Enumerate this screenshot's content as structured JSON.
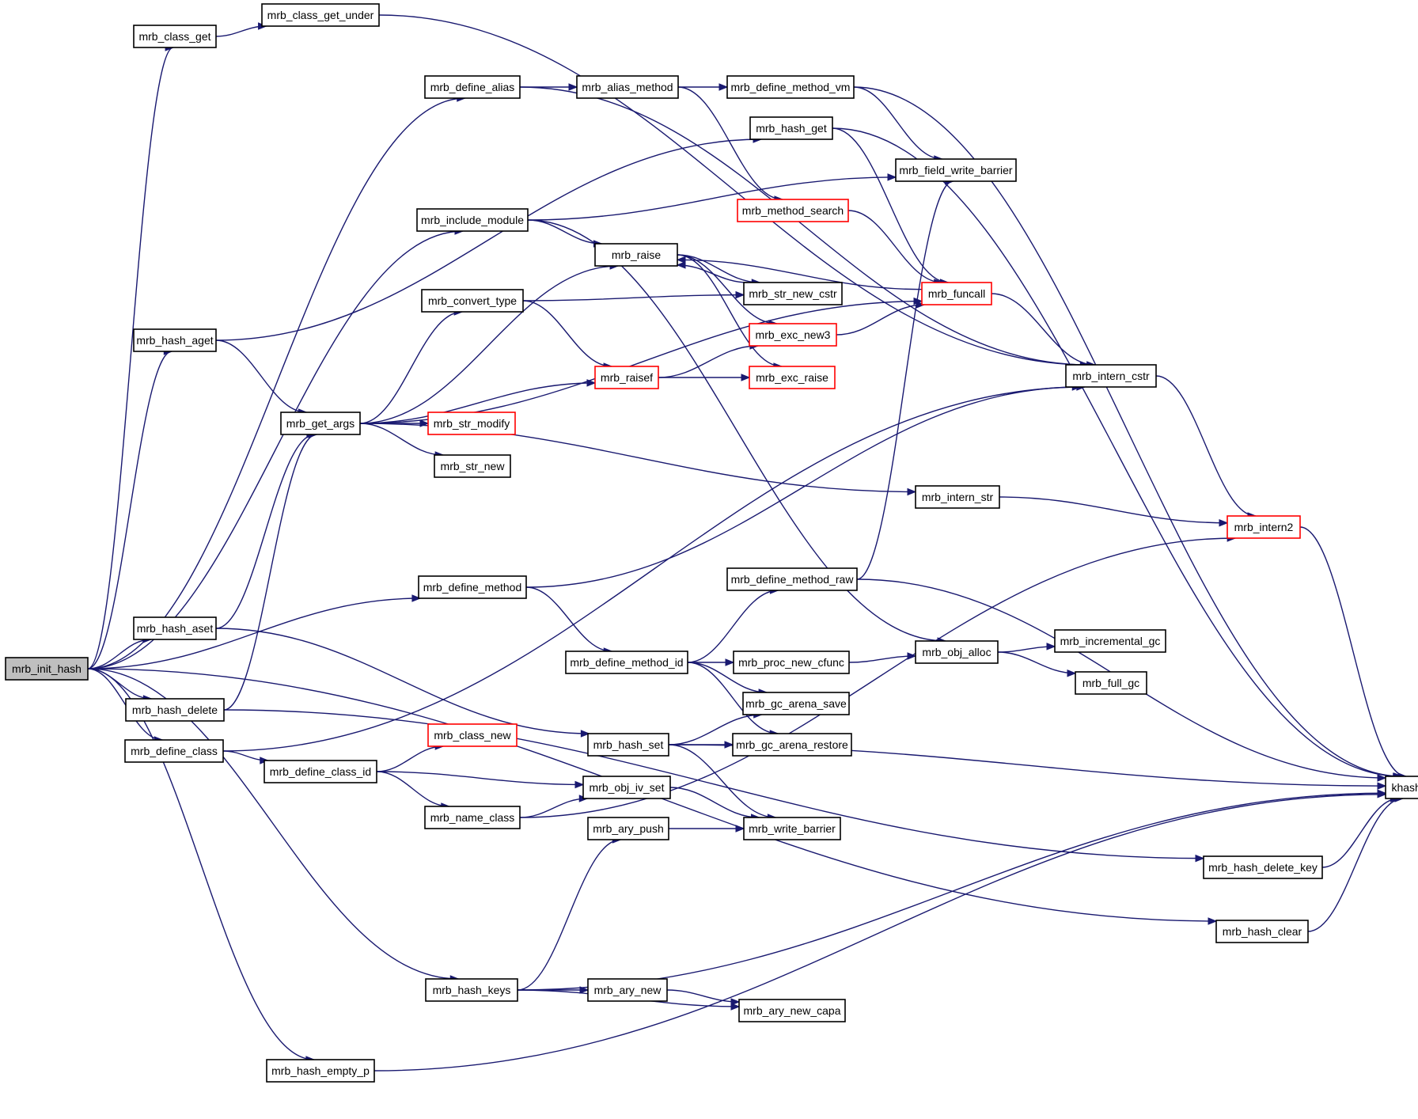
{
  "diagram": {
    "nodes": [
      {
        "id": "mrb_init_hash",
        "label": "mrb_init_hash",
        "highlight": true,
        "red": false
      },
      {
        "id": "mrb_class_get",
        "label": "mrb_class_get",
        "red": false
      },
      {
        "id": "mrb_class_get_under",
        "label": "mrb_class_get_under",
        "red": false
      },
      {
        "id": "mrb_define_alias",
        "label": "mrb_define_alias",
        "red": false
      },
      {
        "id": "mrb_alias_method",
        "label": "mrb_alias_method",
        "red": false
      },
      {
        "id": "mrb_define_method_vm",
        "label": "mrb_define_method_vm",
        "red": false
      },
      {
        "id": "mrb_hash_get",
        "label": "mrb_hash_get",
        "red": false
      },
      {
        "id": "mrb_field_write_barrier",
        "label": "mrb_field_write_barrier",
        "red": false
      },
      {
        "id": "mrb_method_search",
        "label": "mrb_method_search",
        "red": true
      },
      {
        "id": "mrb_include_module",
        "label": "mrb_include_module",
        "red": false
      },
      {
        "id": "mrb_raise",
        "label": "mrb_raise",
        "red": false
      },
      {
        "id": "mrb_str_new_cstr",
        "label": "mrb_str_new_cstr",
        "red": false
      },
      {
        "id": "mrb_funcall",
        "label": "mrb_funcall",
        "red": true
      },
      {
        "id": "mrb_convert_type",
        "label": "mrb_convert_type",
        "red": false
      },
      {
        "id": "mrb_exc_new3",
        "label": "mrb_exc_new3",
        "red": true
      },
      {
        "id": "mrb_hash_aget",
        "label": "mrb_hash_aget",
        "red": false
      },
      {
        "id": "mrb_raisef",
        "label": "mrb_raisef",
        "red": true
      },
      {
        "id": "mrb_exc_raise",
        "label": "mrb_exc_raise",
        "red": true
      },
      {
        "id": "mrb_intern_cstr",
        "label": "mrb_intern_cstr",
        "red": false
      },
      {
        "id": "mrb_get_args",
        "label": "mrb_get_args",
        "red": false
      },
      {
        "id": "mrb_str_modify",
        "label": "mrb_str_modify",
        "red": true
      },
      {
        "id": "mrb_str_new",
        "label": "mrb_str_new",
        "red": false
      },
      {
        "id": "mrb_intern_str",
        "label": "mrb_intern_str",
        "red": false
      },
      {
        "id": "mrb_intern2",
        "label": "mrb_intern2",
        "red": true
      },
      {
        "id": "mrb_define_method",
        "label": "mrb_define_method",
        "red": false
      },
      {
        "id": "mrb_define_method_raw",
        "label": "mrb_define_method_raw",
        "red": false
      },
      {
        "id": "mrb_hash_aset",
        "label": "mrb_hash_aset",
        "red": false
      },
      {
        "id": "mrb_obj_alloc",
        "label": "mrb_obj_alloc",
        "red": false
      },
      {
        "id": "mrb_incremental_gc",
        "label": "mrb_incremental_gc",
        "red": false
      },
      {
        "id": "mrb_define_method_id",
        "label": "mrb_define_method_id",
        "red": false
      },
      {
        "id": "mrb_proc_new_cfunc",
        "label": "mrb_proc_new_cfunc",
        "red": false
      },
      {
        "id": "mrb_hash_delete",
        "label": "mrb_hash_delete",
        "red": false
      },
      {
        "id": "mrb_full_gc",
        "label": "mrb_full_gc",
        "red": false
      },
      {
        "id": "mrb_gc_arena_save",
        "label": "mrb_gc_arena_save",
        "red": false
      },
      {
        "id": "mrb_define_class",
        "label": "mrb_define_class",
        "red": false
      },
      {
        "id": "mrb_class_new",
        "label": "mrb_class_new",
        "red": true
      },
      {
        "id": "mrb_hash_set",
        "label": "mrb_hash_set",
        "red": false
      },
      {
        "id": "mrb_gc_arena_restore",
        "label": "mrb_gc_arena_restore",
        "red": false
      },
      {
        "id": "mrb_define_class_id",
        "label": "mrb_define_class_id",
        "red": false
      },
      {
        "id": "mrb_obj_iv_set",
        "label": "mrb_obj_iv_set",
        "red": false
      },
      {
        "id": "khash_t",
        "label": "khash_t",
        "red": false
      },
      {
        "id": "mrb_name_class",
        "label": "mrb_name_class",
        "red": false
      },
      {
        "id": "mrb_ary_push",
        "label": "mrb_ary_push",
        "red": false
      },
      {
        "id": "mrb_write_barrier",
        "label": "mrb_write_barrier",
        "red": false
      },
      {
        "id": "mrb_hash_delete_key",
        "label": "mrb_hash_delete_key",
        "red": false
      },
      {
        "id": "mrb_hash_clear",
        "label": "mrb_hash_clear",
        "red": false
      },
      {
        "id": "mrb_hash_keys",
        "label": "mrb_hash_keys",
        "red": false
      },
      {
        "id": "mrb_ary_new",
        "label": "mrb_ary_new",
        "red": false
      },
      {
        "id": "mrb_ary_new_capa",
        "label": "mrb_ary_new_capa",
        "red": false
      },
      {
        "id": "mrb_hash_empty_p",
        "label": "mrb_hash_empty_p",
        "red": false
      }
    ],
    "edges": [
      [
        "mrb_init_hash",
        "mrb_class_get"
      ],
      [
        "mrb_init_hash",
        "mrb_define_alias"
      ],
      [
        "mrb_init_hash",
        "mrb_hash_aget"
      ],
      [
        "mrb_init_hash",
        "mrb_include_module"
      ],
      [
        "mrb_init_hash",
        "mrb_hash_aset"
      ],
      [
        "mrb_init_hash",
        "mrb_define_method"
      ],
      [
        "mrb_init_hash",
        "mrb_hash_delete"
      ],
      [
        "mrb_init_hash",
        "mrb_define_class"
      ],
      [
        "mrb_init_hash",
        "mrb_hash_clear"
      ],
      [
        "mrb_init_hash",
        "mrb_hash_keys"
      ],
      [
        "mrb_init_hash",
        "mrb_hash_empty_p"
      ],
      [
        "mrb_class_get",
        "mrb_class_get_under"
      ],
      [
        "mrb_class_get_under",
        "mrb_intern_cstr"
      ],
      [
        "mrb_define_alias",
        "mrb_alias_method"
      ],
      [
        "mrb_define_alias",
        "mrb_intern_cstr"
      ],
      [
        "mrb_alias_method",
        "mrb_define_method_vm"
      ],
      [
        "mrb_alias_method",
        "mrb_method_search"
      ],
      [
        "mrb_define_method_vm",
        "mrb_field_write_barrier"
      ],
      [
        "mrb_define_method_vm",
        "khash_t"
      ],
      [
        "mrb_hash_aget",
        "mrb_hash_get"
      ],
      [
        "mrb_hash_aget",
        "mrb_get_args"
      ],
      [
        "mrb_hash_get",
        "mrb_funcall"
      ],
      [
        "mrb_hash_get",
        "khash_t"
      ],
      [
        "mrb_include_module",
        "mrb_field_write_barrier"
      ],
      [
        "mrb_include_module",
        "mrb_raise"
      ],
      [
        "mrb_include_module",
        "mrb_obj_alloc"
      ],
      [
        "mrb_method_search",
        "mrb_funcall"
      ],
      [
        "mrb_raise",
        "mrb_str_new_cstr"
      ],
      [
        "mrb_raise",
        "mrb_exc_new3"
      ],
      [
        "mrb_raise",
        "mrb_exc_raise"
      ],
      [
        "mrb_str_new_cstr",
        "mrb_raise"
      ],
      [
        "mrb_funcall",
        "mrb_raise"
      ],
      [
        "mrb_funcall",
        "mrb_intern_cstr"
      ],
      [
        "mrb_convert_type",
        "mrb_str_new_cstr"
      ],
      [
        "mrb_convert_type",
        "mrb_raisef"
      ],
      [
        "mrb_exc_new3",
        "mrb_funcall"
      ],
      [
        "mrb_raisef",
        "mrb_exc_new3"
      ],
      [
        "mrb_raisef",
        "mrb_exc_raise"
      ],
      [
        "mrb_get_args",
        "mrb_raise"
      ],
      [
        "mrb_get_args",
        "mrb_convert_type"
      ],
      [
        "mrb_get_args",
        "mrb_raisef"
      ],
      [
        "mrb_get_args",
        "mrb_funcall"
      ],
      [
        "mrb_get_args",
        "mrb_str_modify"
      ],
      [
        "mrb_get_args",
        "mrb_str_new"
      ],
      [
        "mrb_get_args",
        "mrb_intern_str"
      ],
      [
        "mrb_intern_cstr",
        "mrb_intern2"
      ],
      [
        "mrb_intern_str",
        "mrb_intern2"
      ],
      [
        "mrb_intern2",
        "khash_t"
      ],
      [
        "mrb_define_method",
        "mrb_intern_cstr"
      ],
      [
        "mrb_define_method",
        "mrb_define_method_id"
      ],
      [
        "mrb_define_method_raw",
        "mrb_field_write_barrier"
      ],
      [
        "mrb_define_method_raw",
        "khash_t"
      ],
      [
        "mrb_hash_aset",
        "mrb_get_args"
      ],
      [
        "mrb_hash_aset",
        "mrb_hash_set"
      ],
      [
        "mrb_obj_alloc",
        "mrb_incremental_gc"
      ],
      [
        "mrb_obj_alloc",
        "mrb_full_gc"
      ],
      [
        "mrb_define_method_id",
        "mrb_define_method_raw"
      ],
      [
        "mrb_define_method_id",
        "mrb_proc_new_cfunc"
      ],
      [
        "mrb_define_method_id",
        "mrb_gc_arena_save"
      ],
      [
        "mrb_define_method_id",
        "mrb_gc_arena_restore"
      ],
      [
        "mrb_proc_new_cfunc",
        "mrb_obj_alloc"
      ],
      [
        "mrb_hash_delete",
        "mrb_get_args"
      ],
      [
        "mrb_hash_delete",
        "mrb_hash_delete_key"
      ],
      [
        "mrb_define_class",
        "mrb_intern_cstr"
      ],
      [
        "mrb_define_class",
        "mrb_define_class_id"
      ],
      [
        "mrb_hash_set",
        "mrb_gc_arena_save"
      ],
      [
        "mrb_hash_set",
        "mrb_gc_arena_restore"
      ],
      [
        "mrb_hash_set",
        "khash_t"
      ],
      [
        "mrb_hash_set",
        "mrb_write_barrier"
      ],
      [
        "mrb_define_class_id",
        "mrb_class_new"
      ],
      [
        "mrb_define_class_id",
        "mrb_obj_iv_set"
      ],
      [
        "mrb_define_class_id",
        "mrb_name_class"
      ],
      [
        "mrb_obj_iv_set",
        "mrb_write_barrier"
      ],
      [
        "mrb_name_class",
        "mrb_obj_iv_set"
      ],
      [
        "mrb_name_class",
        "mrb_intern2"
      ],
      [
        "mrb_ary_push",
        "mrb_write_barrier"
      ],
      [
        "mrb_hash_delete_key",
        "khash_t"
      ],
      [
        "mrb_hash_clear",
        "khash_t"
      ],
      [
        "mrb_hash_keys",
        "mrb_ary_push"
      ],
      [
        "mrb_hash_keys",
        "mrb_ary_new"
      ],
      [
        "mrb_hash_keys",
        "mrb_ary_new_capa"
      ],
      [
        "mrb_hash_keys",
        "khash_t"
      ],
      [
        "mrb_ary_new",
        "mrb_ary_new_capa"
      ],
      [
        "mrb_hash_empty_p",
        "khash_t"
      ]
    ]
  }
}
